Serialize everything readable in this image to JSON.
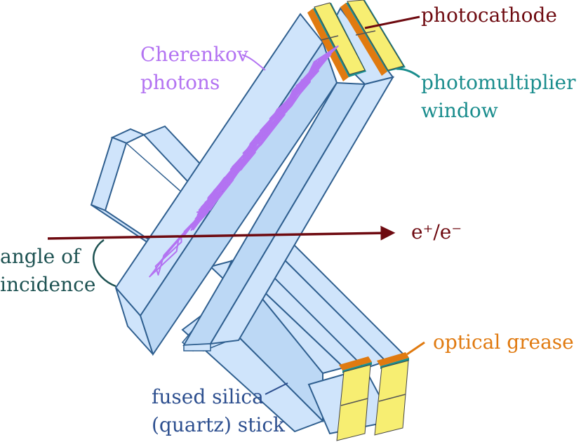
{
  "labels": {
    "photocathode": "photocathode",
    "pmt_window_1": "photomultiplier",
    "pmt_window_2": "window",
    "cherenkov_1": "Cherenkov",
    "cherenkov_2": "photons",
    "angle_1": "angle of",
    "angle_2": "incidence",
    "beam": "e⁺/e⁻",
    "grease": "optical grease",
    "stick_1": "fused silica",
    "stick_2": "(quartz) stick"
  },
  "colors": {
    "quartz_fill": "#cfe4fb",
    "quartz_edge": "#2f5f8f",
    "photocathode": "#f7ee72",
    "grease": "#e07a10",
    "pmt_window": "#1a8d8d",
    "photons": "#b373f2",
    "beam": "#6e0a10"
  }
}
